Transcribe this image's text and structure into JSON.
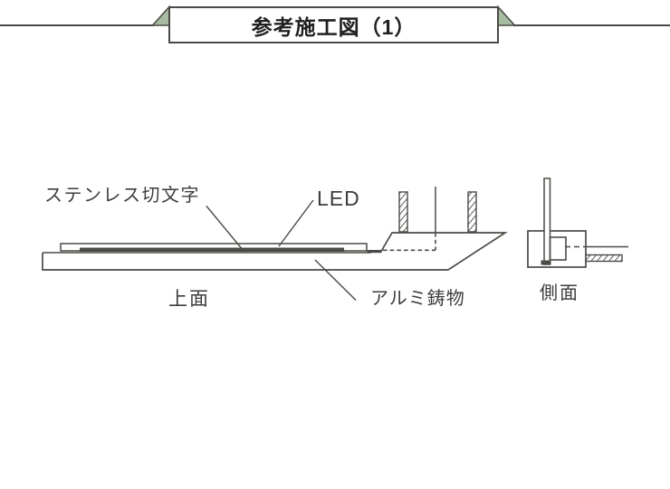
{
  "title": {
    "text": "参考施工図（1）"
  },
  "drawing": {
    "top_view": {
      "label_stainless": "ステンレス切文字",
      "label_led": "LED",
      "label_aluminum": "アルミ鋳物",
      "caption": "上面"
    },
    "side_view": {
      "caption": "側面"
    }
  },
  "colors": {
    "line": "#4a4a46",
    "ribbon_green": "#a7bba1",
    "title_text": "#1f1f1f",
    "label_text": "#3d3d3b",
    "background": "#ffffff"
  }
}
